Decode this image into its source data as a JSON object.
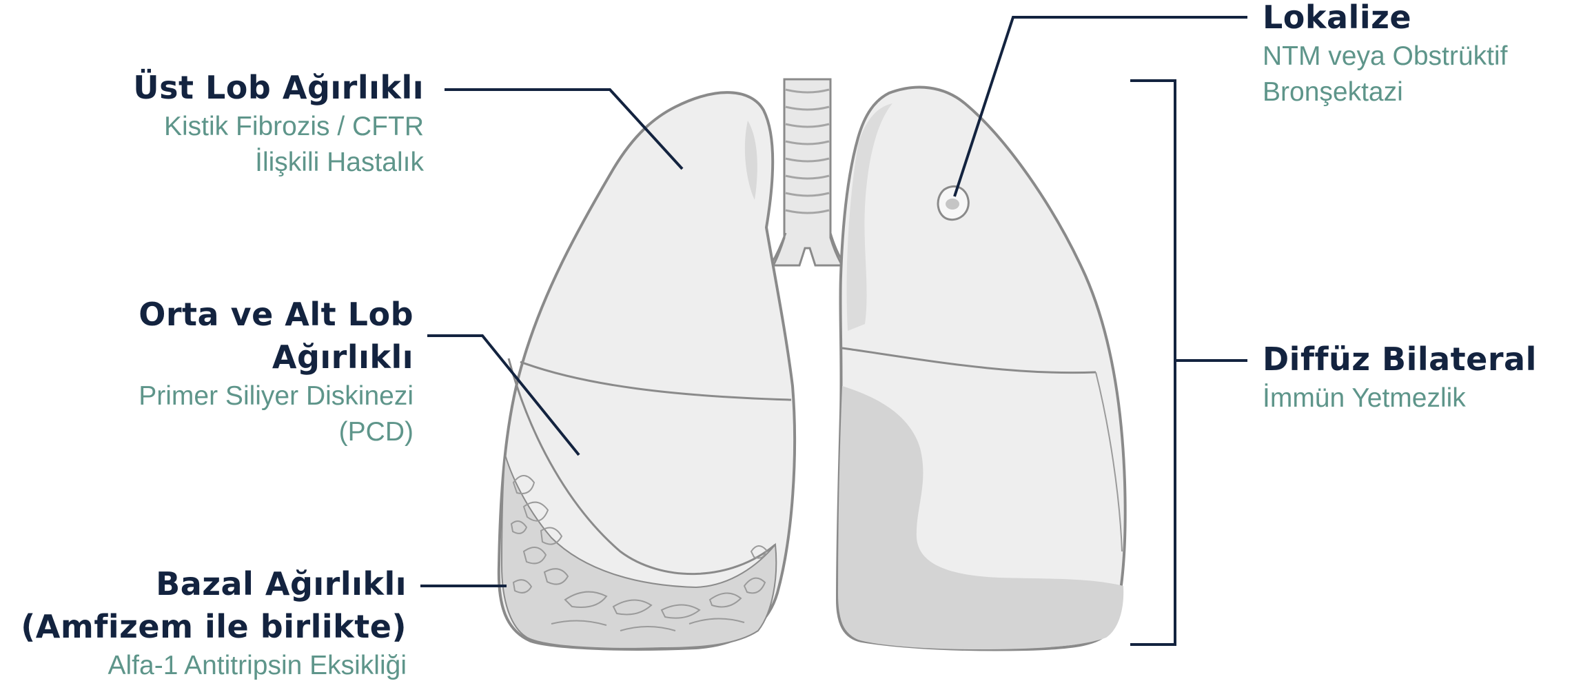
{
  "annotations": {
    "upper_lobe": {
      "title": "Üst Lob Ağırlıklı",
      "subtitle": "Kistik Fibrozis / CFTR\nİlişkili Hastalık"
    },
    "middle_lower_lobe": {
      "title": "Orta ve Alt Lob\nAğırlıklı",
      "subtitle": "Primer Siliyer Diskinezi\n(PCD)"
    },
    "basal": {
      "title": "Bazal Ağırlıklı\n(Amfizem ile birlikte)",
      "subtitle": "Alfa-1 Antitripsin Eksikliği"
    },
    "localized": {
      "title": "Lokalize",
      "subtitle": "NTM veya Obstrüktif\nBronşektazi"
    },
    "diffuse": {
      "title": "Diffüz Bilateral",
      "subtitle": "İmmün Yetmezlik"
    }
  },
  "colors": {
    "title": "#13233f",
    "subtitle": "#5e958a",
    "leader_line": "#13233f",
    "lung_fill": "#ededed",
    "lung_outline": "#8a8a8a",
    "affected_fill": "#d2d2d2"
  }
}
